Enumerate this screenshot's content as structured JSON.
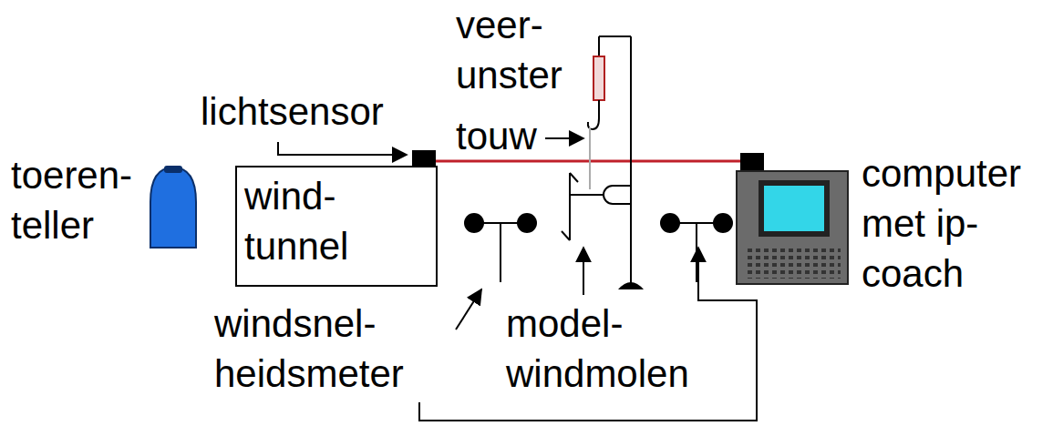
{
  "diagram": {
    "nodes": [
      {
        "text": [
          "wind- tunnel"
        ]
      }
    ],
    "labels": [
      "veer- unster",
      "lichtsensor",
      "touw",
      "toeren- teller",
      "computer met ip-coach",
      "windsnel- heidsmeter",
      "model- windmolen"
    ]
  }
}
